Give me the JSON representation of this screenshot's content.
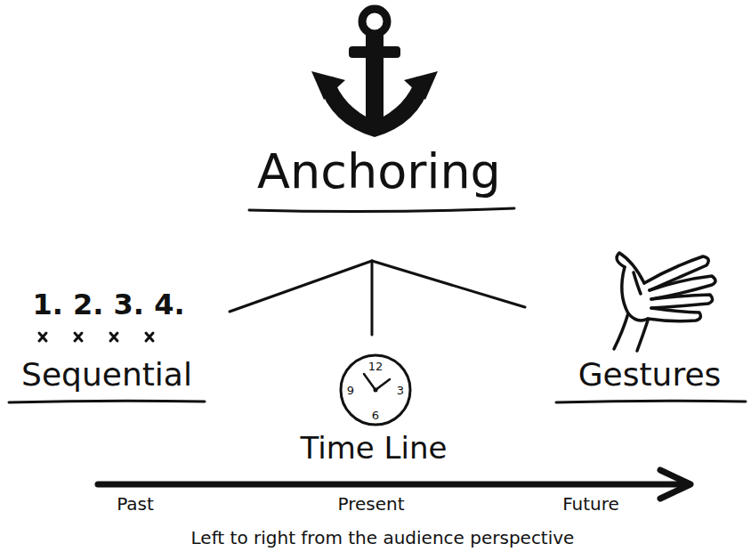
{
  "diagram": {
    "title": "Anchoring",
    "nodes": [
      {
        "text": [
          "12",
          "3",
          "6",
          "9"
        ]
      }
    ],
    "labels": [
      "1. 2. 3. 4.",
      "Sequential",
      "Time Line",
      "Gestures",
      "Past",
      "Present",
      "Future"
    ],
    "caption": "Left to right from the audience perspective"
  }
}
